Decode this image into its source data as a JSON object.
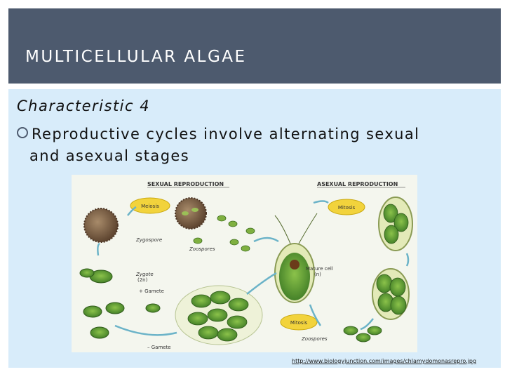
{
  "header": {
    "title": "MULTICELLULAR ALGAE"
  },
  "content": {
    "characteristic": "Characteristic 4",
    "bullet_line1": "Reproductive cycles involve alternating sexual",
    "bullet_line2": "and asexual stages"
  },
  "diagram": {
    "sexual_label": "SEXUAL REPRODUCTION",
    "asexual_label": "ASEXUAL REPRODUCTION",
    "meiosis": "Meiosis",
    "mitosis_top": "Mitosis",
    "mitosis_bottom": "Mitosis",
    "zygospore": "Zygospore",
    "zoospores_left": "Zoospores",
    "zygote": "Zygote",
    "zygote_ploidy": "(2n)",
    "plus_gamete": "+ Gamete",
    "minus_gamete": "– Gamete",
    "mature_cell": "Mature cell",
    "mature_ploidy": "(n)",
    "zoospores_right": "Zoospores"
  },
  "credit": "http://www.biologyjunction.com/images/chlamydomonasrepro.jpg"
}
